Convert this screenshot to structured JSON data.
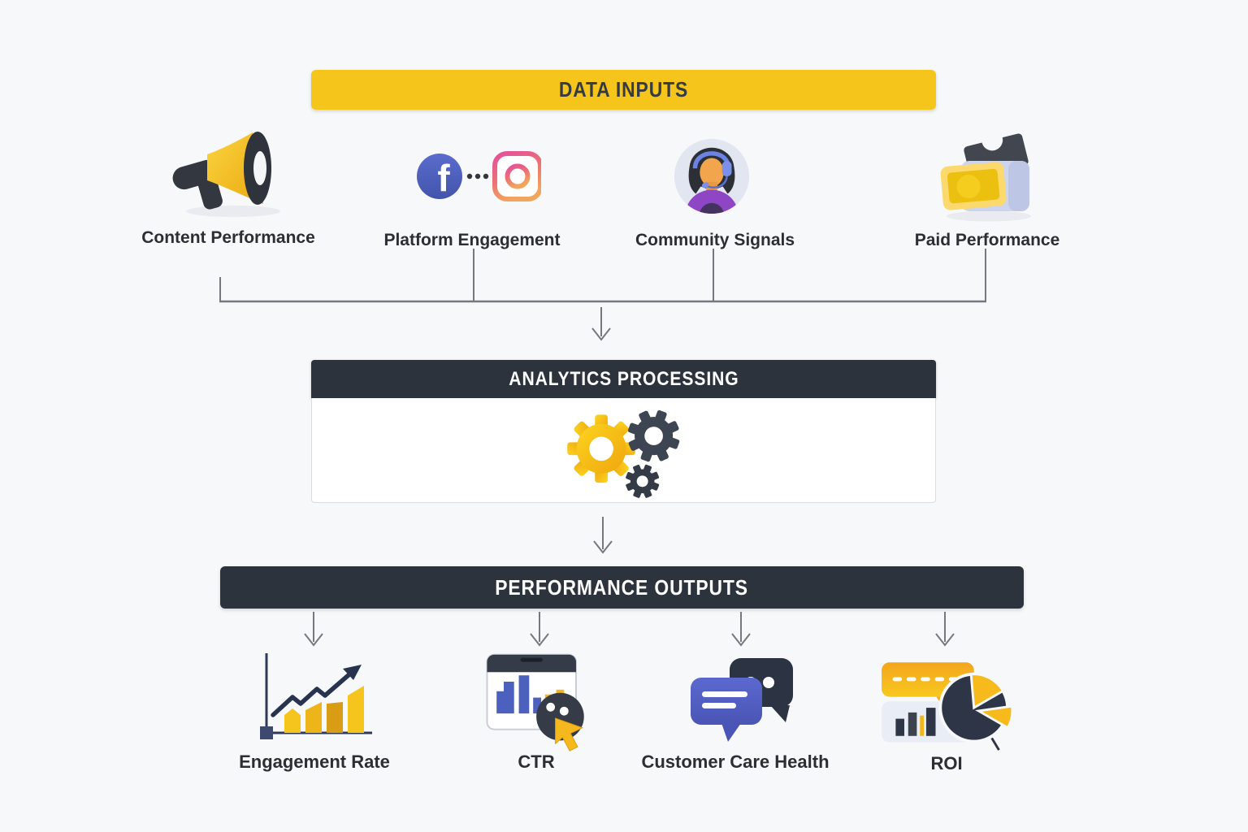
{
  "banners": {
    "data_inputs": "DATA INPUTS",
    "analytics_processing": "ANALYTICS PROCESSING",
    "performance_outputs": "PERFORMANCE OUTPUTS"
  },
  "inputs": [
    {
      "label": "Content Performance",
      "icon": "megaphone-icon"
    },
    {
      "label": "Platform Engagement",
      "icon": "facebook-icon instagram-icon"
    },
    {
      "label": "Community Signals",
      "icon": "support-agent-avatar-icon"
    },
    {
      "label": "Paid Performance",
      "icon": "cash-box-icon"
    }
  ],
  "processing": {
    "icon": "gears-icon"
  },
  "outputs": [
    {
      "label": "Engagement Rate",
      "icon": "growth-bar-chart-icon"
    },
    {
      "label": "CTR",
      "icon": "browser-click-icon"
    },
    {
      "label": "Customer Care Health",
      "icon": "chat-bubbles-icon"
    },
    {
      "label": "ROI",
      "icon": "report-pie-chart-icon"
    }
  ],
  "colors": {
    "accent_yellow": "#F5C51B",
    "banner_dark": "#2D333C",
    "connector_gray": "#74797F",
    "background": "#F7F8FA"
  }
}
